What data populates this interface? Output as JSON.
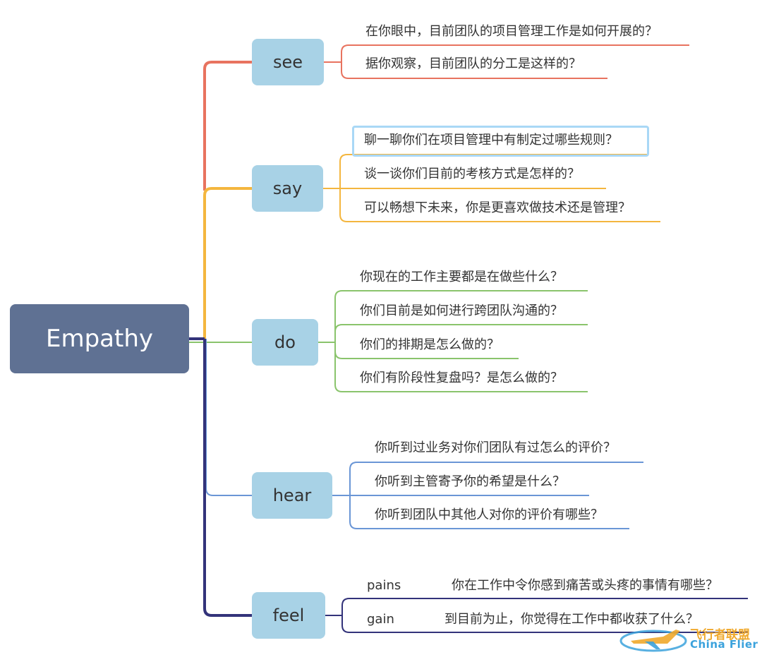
{
  "central": {
    "label": "Empathy"
  },
  "colors": {
    "central": "#5f7193",
    "topic": "#a8d2e6",
    "see": "#e8735f",
    "say": "#f4b63e",
    "do": "#8ac46c",
    "hear": "#6a96d6",
    "feel": "#33337a",
    "selection": "#a9d8f6"
  },
  "branches": [
    {
      "label": "see",
      "items": [
        {
          "text": "在你眼中，目前团队的项目管理工作是如何开展的？"
        },
        {
          "text": "据你观察，目前团队的分工是这样的？"
        }
      ]
    },
    {
      "label": "say",
      "items": [
        {
          "text": "聊一聊你们在项目管理中有制定过哪些规则？",
          "selected": true
        },
        {
          "text": "谈一谈你们目前的考核方式是怎样的？"
        },
        {
          "text": "可以畅想下未来，你是更喜欢做技术还是管理？"
        }
      ]
    },
    {
      "label": "do",
      "items": [
        {
          "text": "你现在的工作主要都是在做些什么？"
        },
        {
          "text": "你们目前是如何进行跨团队沟通的？"
        },
        {
          "text": "你们的排期是怎么做的？"
        },
        {
          "text": "你们有阶段性复盘吗？是怎么做的？"
        }
      ]
    },
    {
      "label": "hear",
      "items": [
        {
          "text": "你听到过业务对你们团队有过怎么的评价？"
        },
        {
          "text": "你听到主管寄予你的希望是什么？"
        },
        {
          "text": "你听到团队中其他人对你的评价有哪些？"
        }
      ]
    },
    {
      "label": "feel",
      "items": [
        {
          "label": "pains",
          "text": "你在工作中令你感到痛苦或头疼的事情有哪些？"
        },
        {
          "label": "gain",
          "text": "到目前为止，你觉得在工作中都收获了什么？"
        }
      ]
    }
  ],
  "watermark": {
    "cn": "飞行者联盟",
    "en": "China Flier",
    "icon": "airplane-logo-icon"
  }
}
